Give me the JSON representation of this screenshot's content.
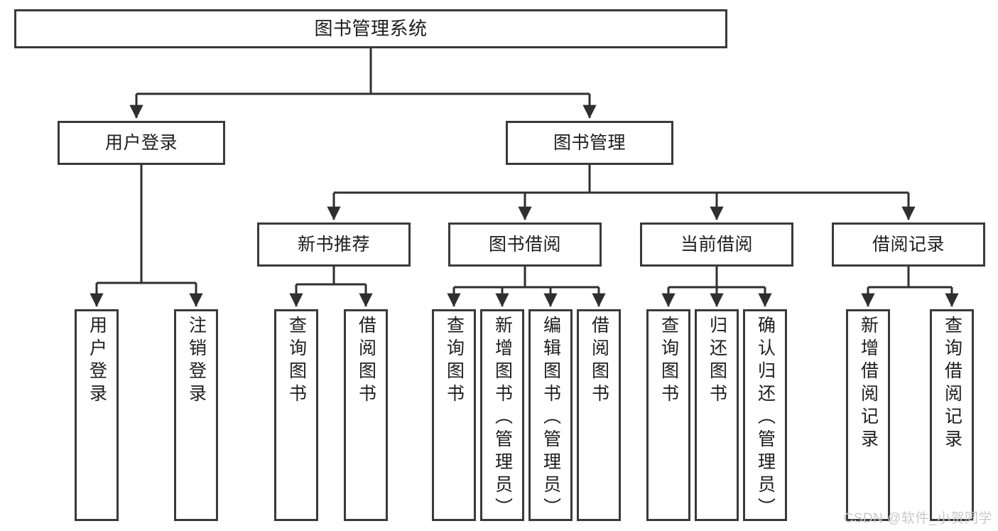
{
  "diagram": {
    "type": "tree",
    "title": "图书管理系统",
    "watermark": "CSDN @软件_小贺同学",
    "colors": {
      "background": "#ffffff",
      "node_border": "#3a3a3a",
      "node_fill": "#ffffff",
      "edge": "#2f2f2f",
      "text": "#1d1d1d",
      "watermark": "#c9c9c9"
    },
    "root": {
      "label": "图书管理系统"
    },
    "level2": [
      {
        "label": "用户登录"
      },
      {
        "label": "图书管理"
      }
    ],
    "level3": [
      {
        "label": "新书推荐"
      },
      {
        "label": "图书借阅"
      },
      {
        "label": "当前借阅"
      },
      {
        "label": "借阅记录"
      }
    ],
    "leaves": [
      {
        "label": "用户登录",
        "parent": "用户登录"
      },
      {
        "label": "注销登录",
        "parent": "用户登录"
      },
      {
        "label": "查询图书",
        "parent": "新书推荐"
      },
      {
        "label": "借阅图书",
        "parent": "新书推荐"
      },
      {
        "label": "查询图书",
        "parent": "图书借阅"
      },
      {
        "label": "新增图书（管理员）",
        "parent": "图书借阅"
      },
      {
        "label": "编辑图书（管理员）",
        "parent": "图书借阅"
      },
      {
        "label": "借阅图书",
        "parent": "图书借阅"
      },
      {
        "label": "查询图书",
        "parent": "当前借阅"
      },
      {
        "label": "归还图书",
        "parent": "当前借阅"
      },
      {
        "label": "确认归还（管理员）",
        "parent": "当前借阅"
      },
      {
        "label": "新增借阅记录",
        "parent": "借阅记录"
      },
      {
        "label": "查询借阅记录",
        "parent": "借阅记录"
      }
    ]
  }
}
